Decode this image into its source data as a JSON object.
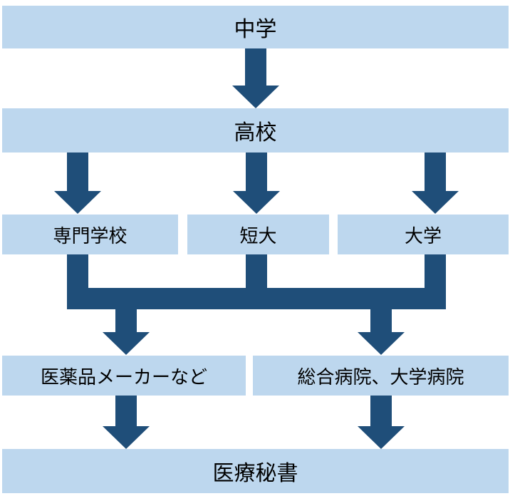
{
  "nodes": {
    "junior_high": "中学",
    "high_school": "高校",
    "vocational_school": "専門学校",
    "junior_college": "短大",
    "university": "大学",
    "pharma_makers": "医薬品メーカーなど",
    "hospitals": "総合病院、大学病院",
    "medical_secretary": "医療秘書"
  },
  "colors": {
    "box_fill": "#bdd7ee",
    "arrow": "#1f4e79"
  }
}
